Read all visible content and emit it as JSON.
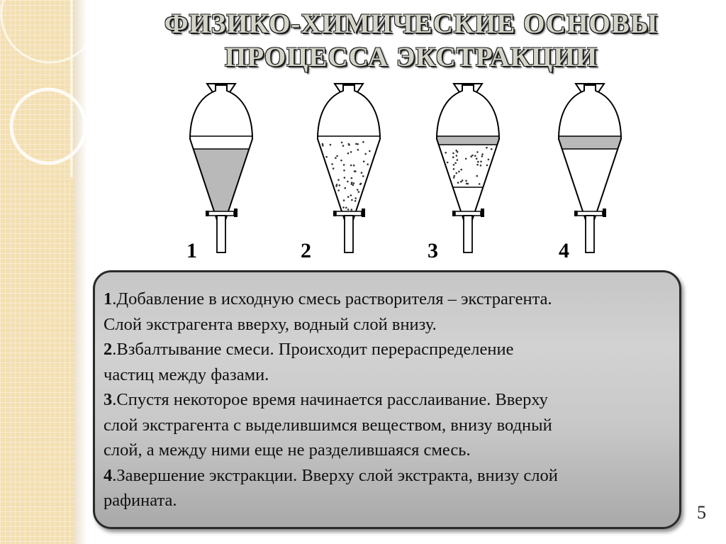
{
  "slide": {
    "title_line1": "ФИЗИКО-ХИМИЧЕСКИЕ ОСНОВЫ",
    "title_line2": "ПРОЦЕССА ЭКСТРАКЦИИ",
    "page_number": "5"
  },
  "figure": {
    "labels": [
      "1",
      "2",
      "3",
      "4"
    ],
    "colors": {
      "extractant_layer": "#b9b9b9",
      "outline": "#000000",
      "glass": "#ffffff"
    }
  },
  "steps": [
    {
      "num": "1",
      "lines": [
        ".Добавление в исходную смесь растворителя – экстрагента.",
        "Слой экстрагента вверху, водный слой внизу."
      ]
    },
    {
      "num": "2",
      "lines": [
        ".Взбалтывание смеси. Происходит перераспределение",
        "частиц между фазами."
      ]
    },
    {
      "num": "3",
      "lines": [
        ".Спустя некоторое время начинается расслаивание.  Вверху",
        "слой экстрагента с выделившимся веществом, внизу водный",
        "слой, а между ними еще не разделившаяся смесь."
      ]
    },
    {
      "num": "4",
      "lines": [
        ".Завершение экстракции. Вверху слой экстракта, внизу слой",
        " рафината."
      ]
    }
  ],
  "theme": {
    "side_band": "#f3dfb2",
    "box_gradient_top": "#c6c6c6",
    "box_gradient_bottom": "#a9a9a9",
    "box_border": "#2a2a2a"
  }
}
